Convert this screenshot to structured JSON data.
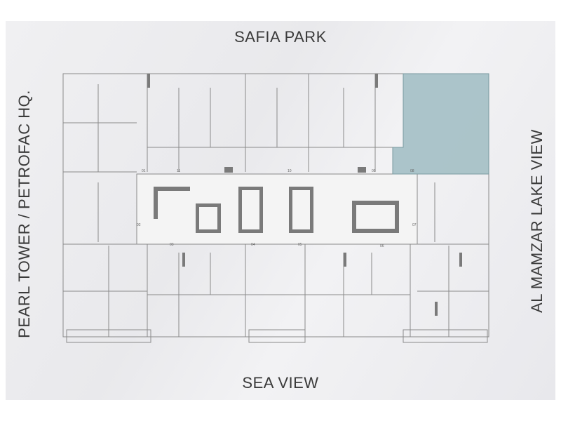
{
  "labels": {
    "north": "SAFIA PARK",
    "south": "SEA VIEW",
    "west": "PEARL TOWER / PETROFAC HQ.",
    "east": "AL MAMZAR LAKE VIEW"
  },
  "unit_numbers": [
    "01",
    "11",
    "10",
    "09",
    "08",
    "02",
    "07",
    "03",
    "04",
    "05",
    "06"
  ],
  "highlight_color": "#9fbcc2"
}
